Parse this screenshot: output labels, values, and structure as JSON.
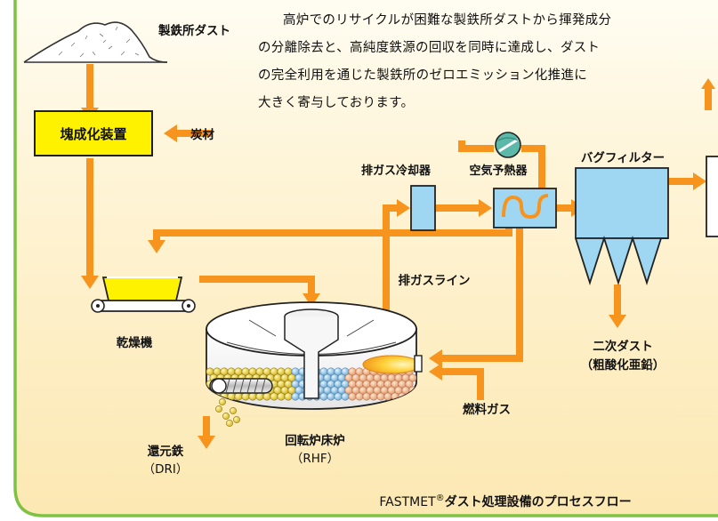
{
  "intro_lines": [
    "高炉でのリサイクルが困難な製鉄所ダストから揮発成分",
    "の分離除去と、高純度鉄源の回収を同時に達成し、ダスト",
    "の完全利用を通じた製鉄所のゼロエミッション化推進に",
    "大きく寄与しております。"
  ],
  "labels": {
    "steel_dust": "製鉄所ダスト",
    "agglomerator": "塊成化装置",
    "carbon": "炭材",
    "dryer": "乾燥機",
    "gas_cooler": "排ガス冷却器",
    "air_preheater": "空気予熱器",
    "bag_filter": "バグフィルター",
    "exhaust_line": "排ガスライン",
    "secondary_dust": "二次ダスト",
    "secondary_dust_sub": "（粗酸化亜鉛）",
    "fuel_gas": "燃料ガス",
    "rhf": "回転炉床炉",
    "rhf_sub": "（RHF）",
    "dri": "還元鉄",
    "dri_sub": "（DRI）"
  },
  "caption": {
    "prefix": "FASTMET",
    "reg": "®",
    "suffix": "ダスト処理設備のプロセスフロー"
  },
  "colors": {
    "flow_arrow": "#f7941d",
    "background": "#fdefc4",
    "frame_border": "#7dc242",
    "agglomerator_fill": "#fff200",
    "equipment_blue": "#9fd7f2",
    "pellet_yellow": "#e8d03a",
    "pellet_blue": "#8ec8e8",
    "pellet_peach": "#f3b890",
    "fan_green": "#5cb8a8"
  }
}
